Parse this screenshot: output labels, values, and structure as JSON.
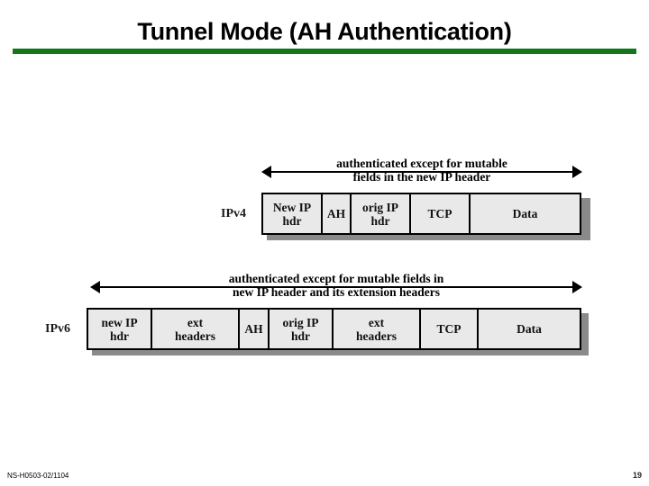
{
  "slide": {
    "title": "Tunnel Mode (AH Authentication)",
    "rule_color": "#13771a",
    "background": "#ffffff"
  },
  "diagrams": [
    {
      "name": "ipv4",
      "label": "IPv4",
      "caption_line1": "authenticated except for mutable",
      "caption_line2": "fields in the new IP header",
      "arrow": {
        "direction": "double",
        "color": "#000000"
      },
      "cells": [
        {
          "label_line1": "New IP",
          "label_line2": "hdr"
        },
        {
          "label_line1": "AH",
          "label_line2": ""
        },
        {
          "label_line1": "orig IP",
          "label_line2": "hdr"
        },
        {
          "label_line1": "TCP",
          "label_line2": ""
        },
        {
          "label_line1": "Data",
          "label_line2": ""
        }
      ]
    },
    {
      "name": "ipv6",
      "label": "IPv6",
      "caption_line1": "authenticated except for mutable fields in",
      "caption_line2": "new IP header and its extension headers",
      "arrow": {
        "direction": "double",
        "color": "#000000"
      },
      "cells": [
        {
          "label_line1": "new IP",
          "label_line2": "hdr"
        },
        {
          "label_line1": "ext",
          "label_line2": "headers"
        },
        {
          "label_line1": "AH",
          "label_line2": ""
        },
        {
          "label_line1": "orig IP",
          "label_line2": "hdr"
        },
        {
          "label_line1": "ext",
          "label_line2": "headers"
        },
        {
          "label_line1": "TCP",
          "label_line2": ""
        },
        {
          "label_line1": "Data",
          "label_line2": ""
        }
      ]
    }
  ],
  "footer": {
    "code": "NS-H0503-02/1104",
    "page_number": "19"
  }
}
